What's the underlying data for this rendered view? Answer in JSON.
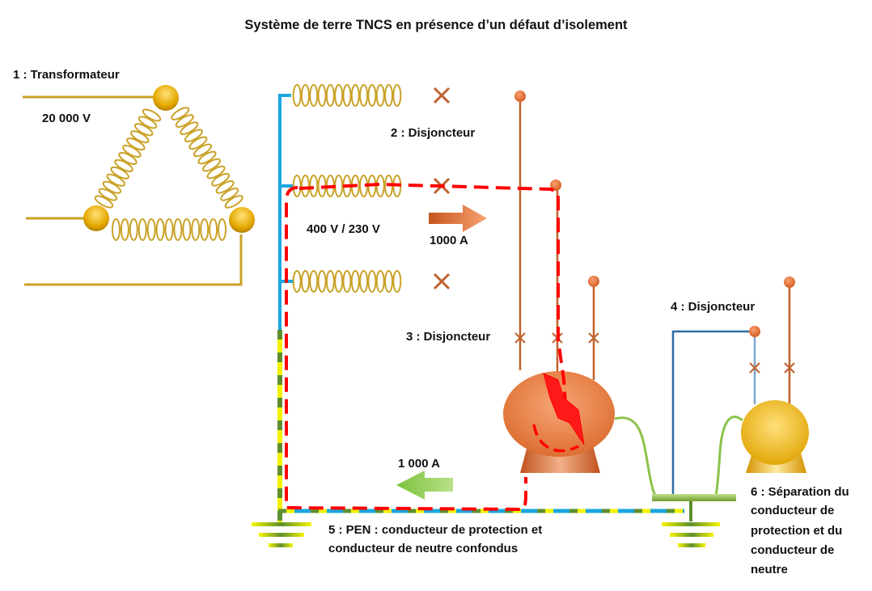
{
  "title": "Système de terre TNCS en présence d’un défaut d’isolement",
  "labels": {
    "transformateur": "1 : Transformateur",
    "hv_voltage": "20 000 V",
    "lv_voltage": "400 V / 230 V",
    "disjoncteur_2": "2 : Disjoncteur",
    "disjoncteur_3": "3 : Disjoncteur",
    "disjoncteur_4": "4 : Disjoncteur",
    "fault_current_out": "1000 A",
    "fault_current_return": "1 000 A",
    "pen_line1": "5 : PEN : conducteur de protection et",
    "pen_line2": "conducteur de neutre confondus",
    "sep_line1": "6 : Séparation du",
    "sep_line2": "conducteur de",
    "sep_line3": "protection et du",
    "sep_line4": "conducteur de",
    "sep_line5": "neutre"
  },
  "colors": {
    "phase_wire": "#B8652E",
    "coil": "#C9A227",
    "node_gold": "#E0A800",
    "neutral_blue": "#1AA7E0",
    "pe_green": "#8BC34A",
    "earth_yellow": "#F2F200",
    "fault_path": "#FF0000",
    "motor_orange": "#E8743A",
    "motor_gold": "#E8B010",
    "breaker_mark": "#C0612C"
  },
  "icons": {
    "fault": "lightning-bolt-icon",
    "breaker": "cross-mark-icon",
    "earth": "earth-ground-icon"
  }
}
